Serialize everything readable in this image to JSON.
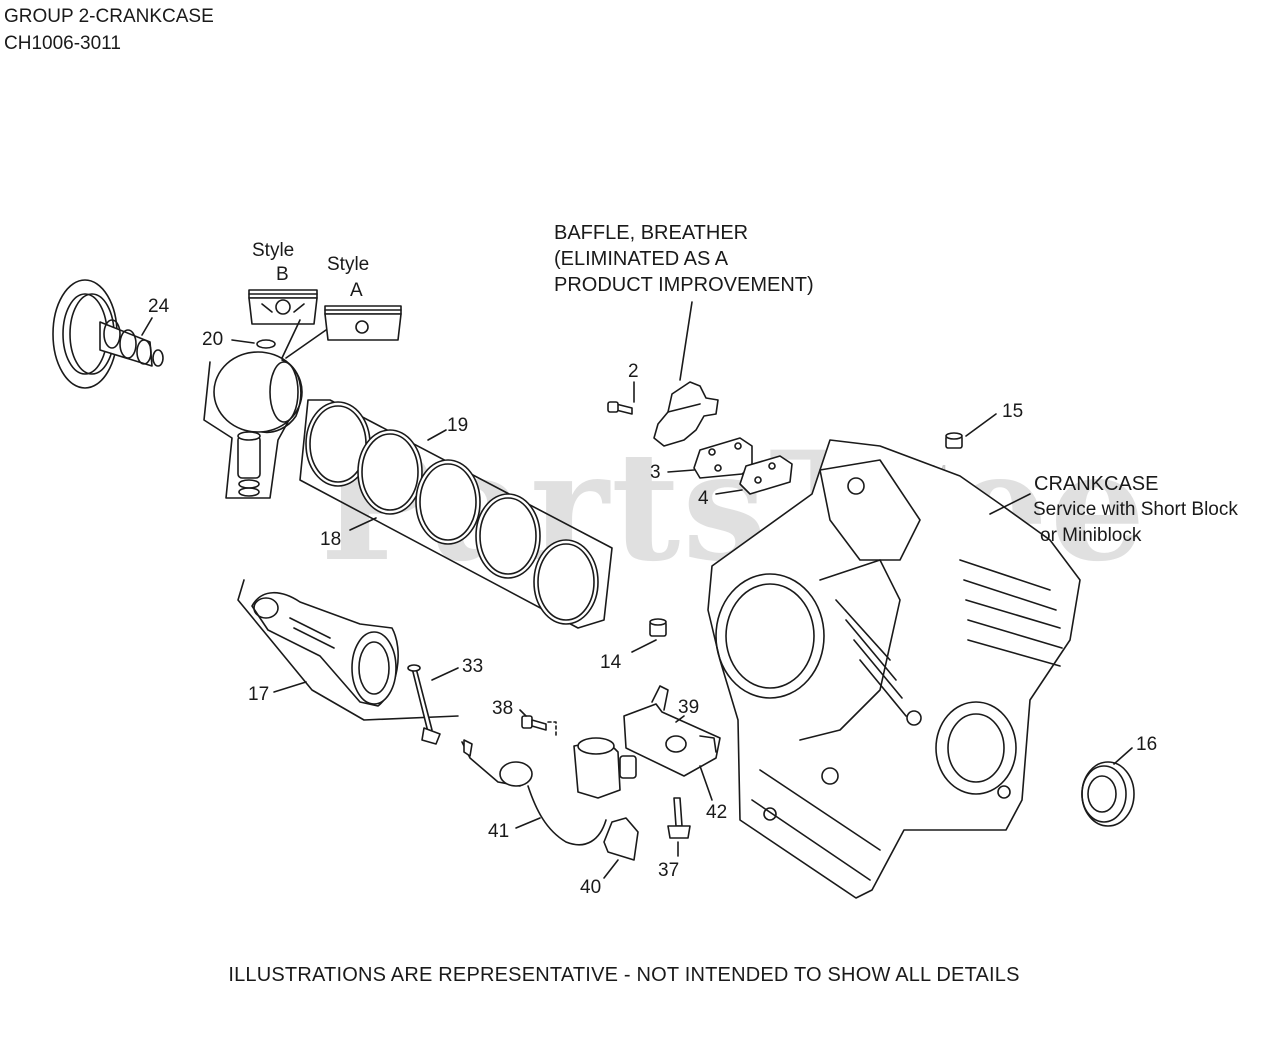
{
  "header": {
    "line1": "GROUP 2-CRANKCASE",
    "line2": "CH1006-3011"
  },
  "watermark": {
    "text": "PartsTree",
    "tm": "TM"
  },
  "style_labels": {
    "b_word": "Style",
    "b_letter": "B",
    "a_word": "Style",
    "a_letter": "A"
  },
  "callouts": {
    "c24": "24",
    "c20": "20",
    "c19": "19",
    "c18": "18",
    "c17": "17",
    "c33": "33",
    "c2": "2",
    "c3": "3",
    "c4": "4",
    "c15": "15",
    "c14": "14",
    "c16": "16",
    "c38": "38",
    "c39": "39",
    "c41": "41",
    "c42": "42",
    "c37": "37",
    "c40": "40"
  },
  "baffle_note": {
    "l1": "BAFFLE, BREATHER",
    "l2": "(ELIMINATED AS A",
    "l3": "PRODUCT IMPROVEMENT)"
  },
  "crankcase_note": {
    "title": "CRANKCASE",
    "l1": "Service with Short Block",
    "l2": "or Miniblock"
  },
  "footer": {
    "note": "ILLUSTRATIONS ARE REPRESENTATIVE - NOT INTENDED TO SHOW ALL DETAILS"
  },
  "colors": {
    "line": "#1a1a1a",
    "watermark": "#c8c8c8",
    "part_fill": "#ffffff"
  }
}
